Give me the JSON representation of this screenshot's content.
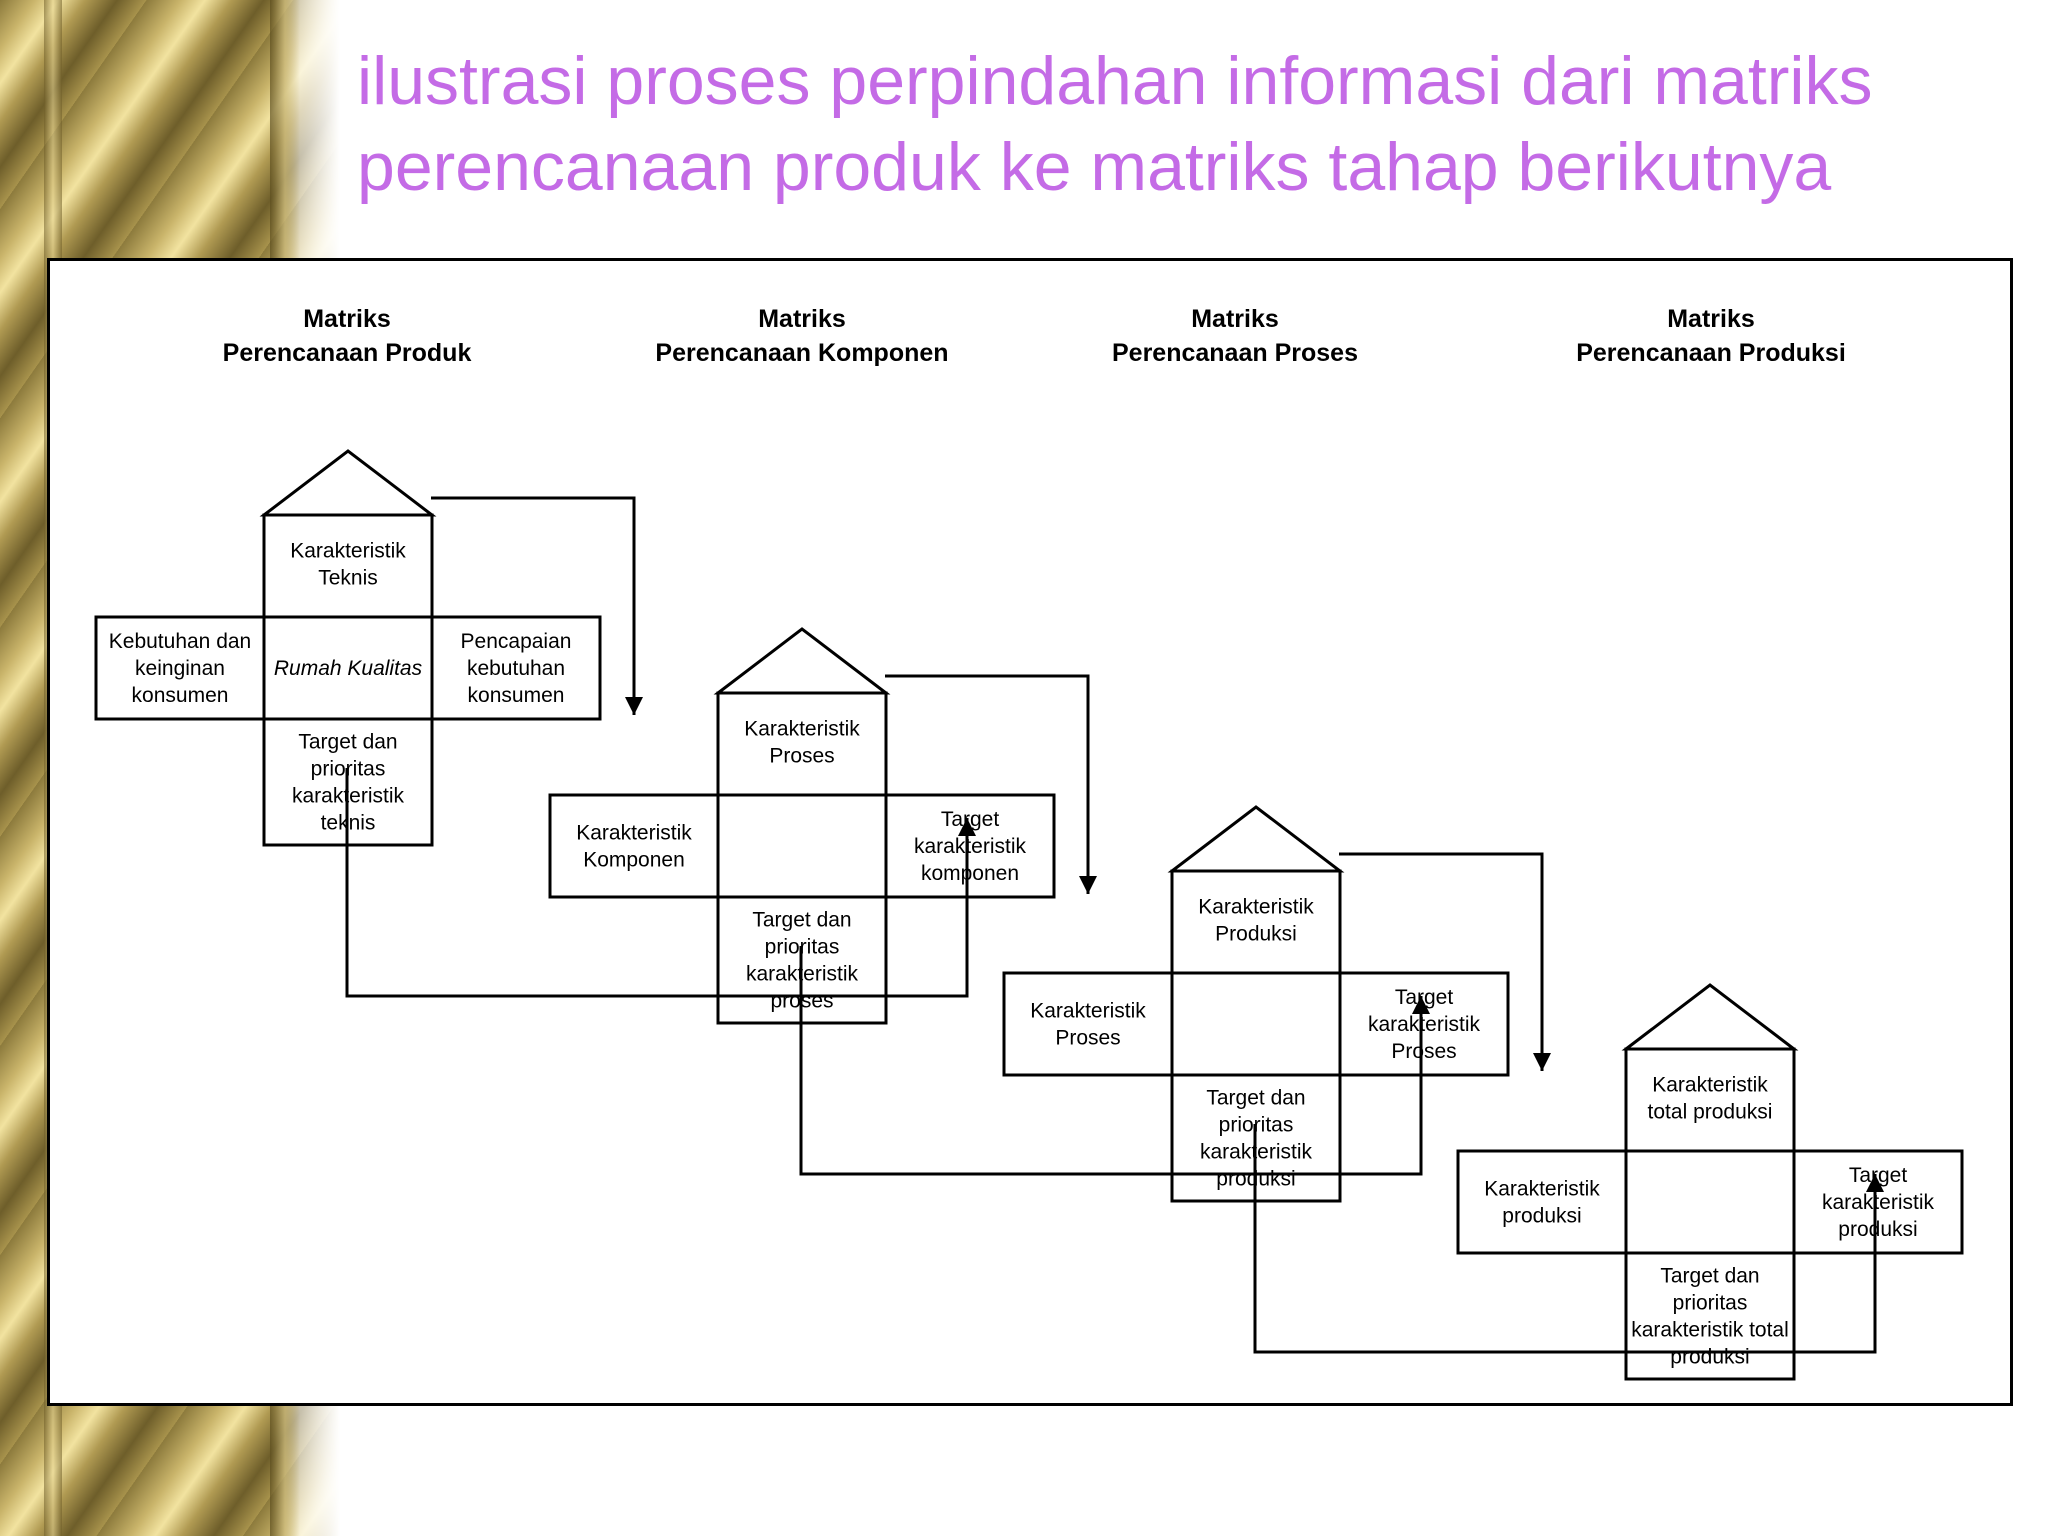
{
  "title": {
    "line1": "ilustrasi proses perpindahan informasi dari matriks",
    "line2": "perencanaan produk ke matriks tahap berikutnya"
  },
  "matrices": [
    {
      "heading1": "Matriks",
      "heading2": "Perencanaan Produk",
      "top": [
        "Karakteristik",
        "Teknis"
      ],
      "left": [
        "Kebutuhan dan",
        "keinginan",
        "konsumen"
      ],
      "center": [
        "Rumah Kualitas"
      ],
      "right": [
        "Pencapaian",
        "kebutuhan",
        "konsumen"
      ],
      "bottom": [
        "Target dan",
        "prioritas",
        "karakteristik",
        "teknis"
      ]
    },
    {
      "heading1": "Matriks",
      "heading2": "Perencanaan Komponen",
      "top": [
        "Karakteristik",
        "Proses"
      ],
      "left": [
        "Karakteristik",
        "Komponen"
      ],
      "center": [],
      "right": [
        "Target",
        "karakteristik",
        "komponen"
      ],
      "bottom": [
        "Target dan",
        "prioritas",
        "karakteristik",
        "proses"
      ]
    },
    {
      "heading1": "Matriks",
      "heading2": "Perencanaan Proses",
      "top": [
        "Karakteristik",
        "Produksi"
      ],
      "left": [
        "Karakteristik",
        "Proses"
      ],
      "center": [],
      "right": [
        "Target",
        "karakteristik",
        "Proses"
      ],
      "bottom": [
        "Target dan",
        "prioritas",
        "karakteristik",
        "produksi"
      ]
    },
    {
      "heading1": "Matriks",
      "heading2": "Perencanaan Produksi",
      "top": [
        "Karakteristik",
        "total produksi"
      ],
      "left": [
        "Karakteristik",
        "produksi"
      ],
      "center": [],
      "right": [
        "Target",
        "karakteristik",
        "produksi"
      ],
      "bottom": [
        "Target dan",
        "prioritas",
        "karakteristik total",
        "produksi"
      ]
    }
  ]
}
